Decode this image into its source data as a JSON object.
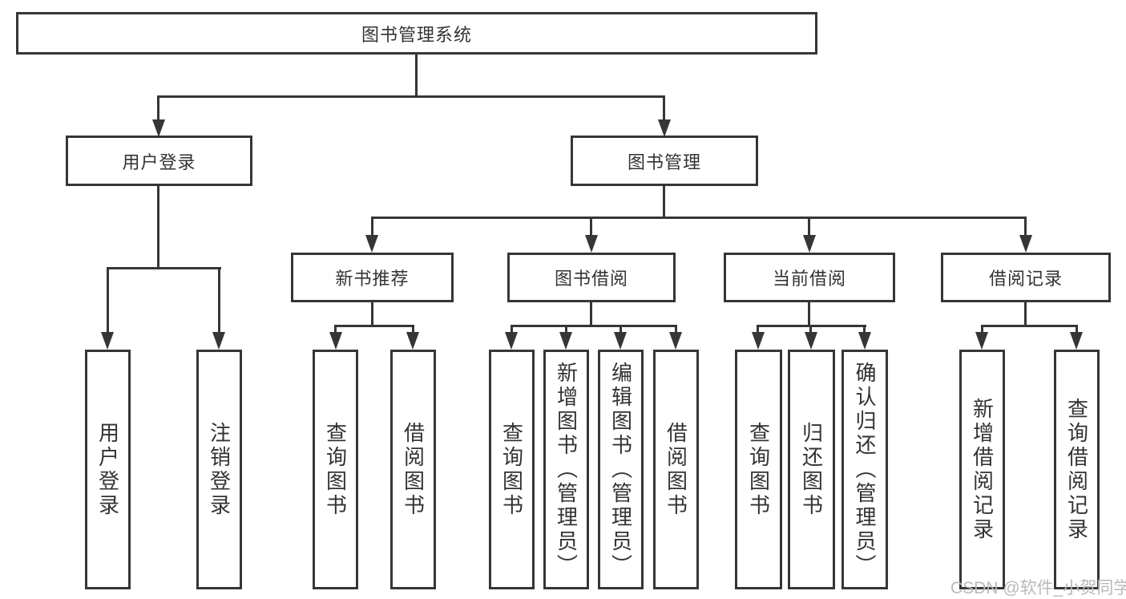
{
  "root": {
    "label": "图书管理系统"
  },
  "branches": [
    {
      "label": "用户登录",
      "leaves": [
        "用户登录",
        "注销登录"
      ]
    },
    {
      "label": "图书管理",
      "groups": [
        {
          "label": "新书推荐",
          "leaves": [
            "查询图书",
            "借阅图书"
          ]
        },
        {
          "label": "图书借阅",
          "leaves": [
            "查询图书",
            "新增图书（管理员）",
            "编辑图书（管理员）",
            "借阅图书"
          ]
        },
        {
          "label": "当前借阅",
          "leaves": [
            "查询图书",
            "归还图书",
            "确认归还（管理员）"
          ]
        },
        {
          "label": "借阅记录",
          "leaves": [
            "新增借阅记录",
            "查询借阅记录"
          ]
        }
      ]
    }
  ],
  "watermark": "CSDN @软件_小贺同学",
  "colors": {
    "line": "#363636",
    "text": "#333333",
    "watermark": "#b9b9b9",
    "background": "#ffffff"
  }
}
